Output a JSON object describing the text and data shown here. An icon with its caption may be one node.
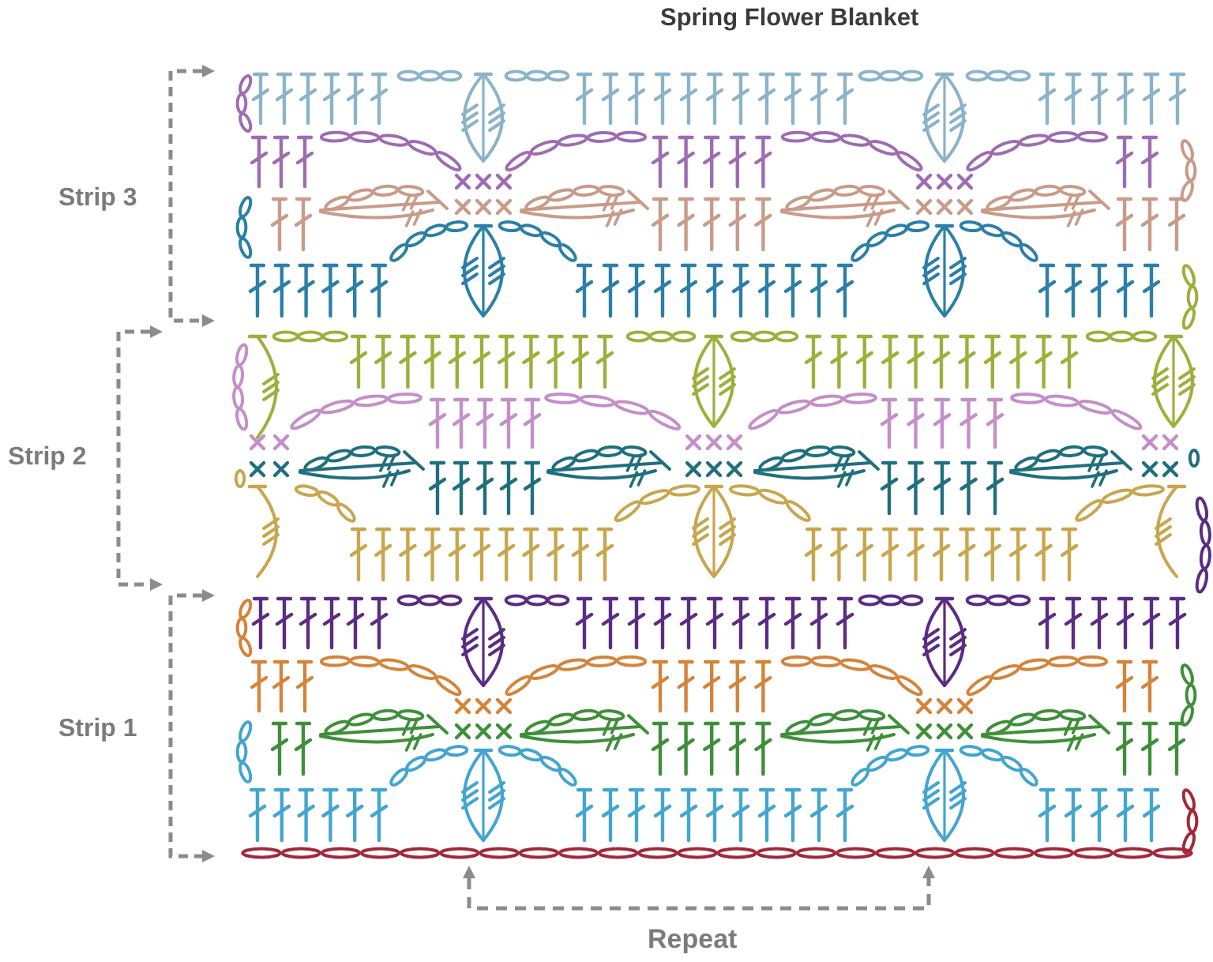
{
  "diagram": {
    "title": "Spring Flower Blanket",
    "labels": [
      "Strip 3",
      "Strip 2",
      "Strip 1",
      "Repeat"
    ]
  }
}
